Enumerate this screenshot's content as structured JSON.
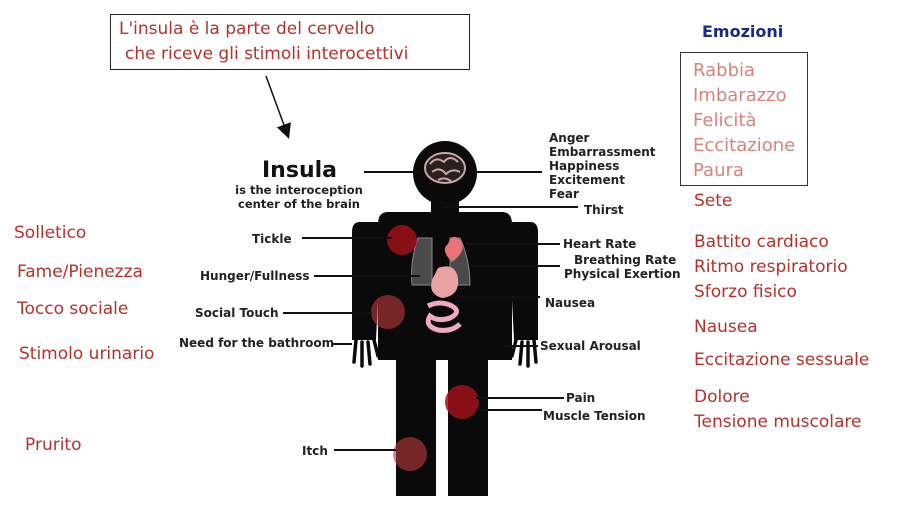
{
  "note": {
    "line1": "L'insula è la parte del cervello",
    "line2": "che riceve gli stimoli interocettivi"
  },
  "insula": {
    "title": "Insula",
    "subtitle_line1": "is the interoception",
    "subtitle_line2": "center of the brain"
  },
  "emotions_en": [
    "Anger",
    "Embarrassment",
    "Happiness",
    "Excitement",
    "Fear"
  ],
  "labels_en": {
    "thirst": "Thirst",
    "tickle": "Tickle",
    "hunger": "Hunger/Fullness",
    "social": "Social Touch",
    "bathroom": "Need for the bathroom",
    "itch": "Itch",
    "heart": "Heart Rate",
    "breathing": "Breathing Rate",
    "exertion": "Physical Exertion",
    "nausea": "Nausea",
    "arousal": "Sexual Arousal",
    "pain": "Pain",
    "muscle": "Muscle Tension"
  },
  "emotions_it": {
    "title": "Emozioni",
    "items": [
      "Rabbia",
      "Imbarazzo",
      "Felicità",
      "Eccitazione",
      "Paura"
    ]
  },
  "right_it": {
    "sete": "Sete",
    "battito": "Battito cardiaco",
    "ritmo": "Ritmo respiratorio",
    "sforzo": "Sforzo fisico",
    "nausea": "Nausea",
    "eccitazione": "Eccitazione sessuale",
    "dolore": "Dolore",
    "tensione": "Tensione muscolare"
  },
  "left_it": {
    "solletico": "Solletico",
    "fame": "Fame/Pienezza",
    "tocco": "Tocco sociale",
    "stimolo": "Stimolo urinario",
    "prurito": "Prurito"
  },
  "colors": {
    "italian_red": "#b5322a",
    "emotion_pink": "#d9847a",
    "title_blue": "#1a2a8a",
    "hotspot": "#a0101a"
  }
}
